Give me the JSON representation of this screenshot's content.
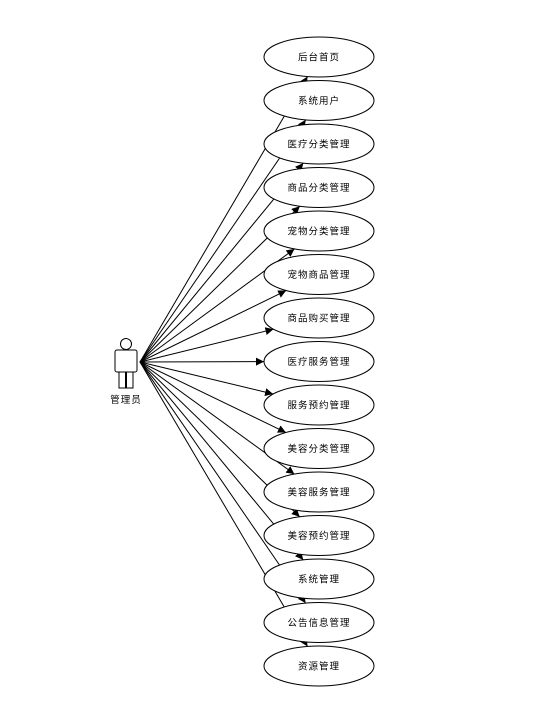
{
  "actor": {
    "label": "管理员",
    "icon": "person-icon"
  },
  "use_cases": [
    {
      "label": "后台首页"
    },
    {
      "label": "系统用户"
    },
    {
      "label": "医疗分类管理"
    },
    {
      "label": "商品分类管理"
    },
    {
      "label": "宠物分类管理"
    },
    {
      "label": "宠物商品管理"
    },
    {
      "label": "商品购买管理"
    },
    {
      "label": "医疗服务管理"
    },
    {
      "label": "服务预约管理"
    },
    {
      "label": "美容分类管理"
    },
    {
      "label": "美容服务管理"
    },
    {
      "label": "美容预约管理"
    },
    {
      "label": "系统管理"
    },
    {
      "label": "公告信息管理"
    },
    {
      "label": "资源管理"
    }
  ]
}
